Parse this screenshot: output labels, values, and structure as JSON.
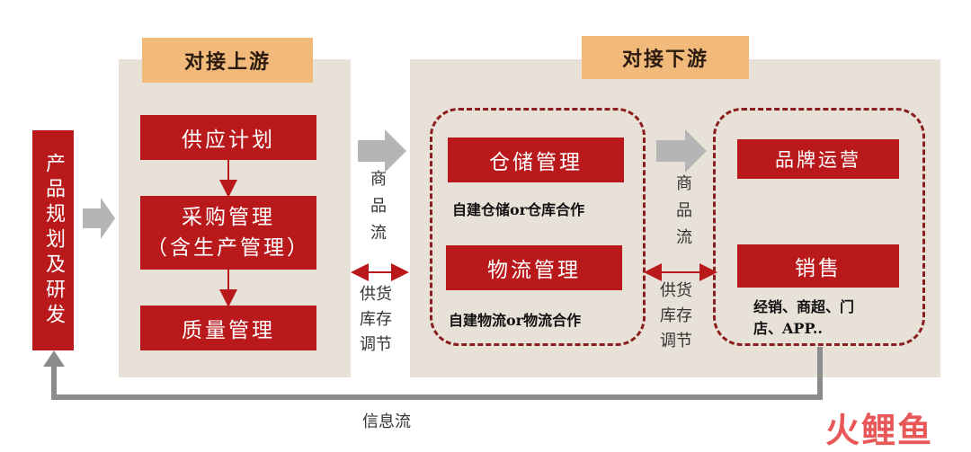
{
  "side": {
    "label": "产品规划及研发"
  },
  "upstream": {
    "title": "对接上游",
    "supply_plan": "供应计划",
    "purchase": [
      "采购管理",
      "（含生产管理）"
    ],
    "quality": "质量管理"
  },
  "downstream": {
    "title": "对接下游",
    "warehouse": "仓储管理",
    "warehouse_note": "自建仓储or仓库合作",
    "logistics": "物流管理",
    "logistics_note": "自建物流or物流合作",
    "brand": "品牌运营",
    "sales": "销售",
    "sales_note": [
      "经销、商超、门",
      "店、APP.."
    ]
  },
  "flows": {
    "goods_flow_1": [
      "商",
      "品",
      "流"
    ],
    "goods_flow_2": [
      "商",
      "品",
      "流"
    ],
    "supply_adjust_1": [
      "供货",
      "库存",
      "调节"
    ],
    "supply_adjust_2": [
      "供货",
      "库存",
      "调节"
    ],
    "info_flow": "信息流"
  },
  "watermark": {
    "text": "火鲤鱼"
  },
  "colors": {
    "red": "#b9191b",
    "orange": "#f1b97a",
    "panel": "#e8e1d8",
    "dashed": "#8a1e1e"
  }
}
